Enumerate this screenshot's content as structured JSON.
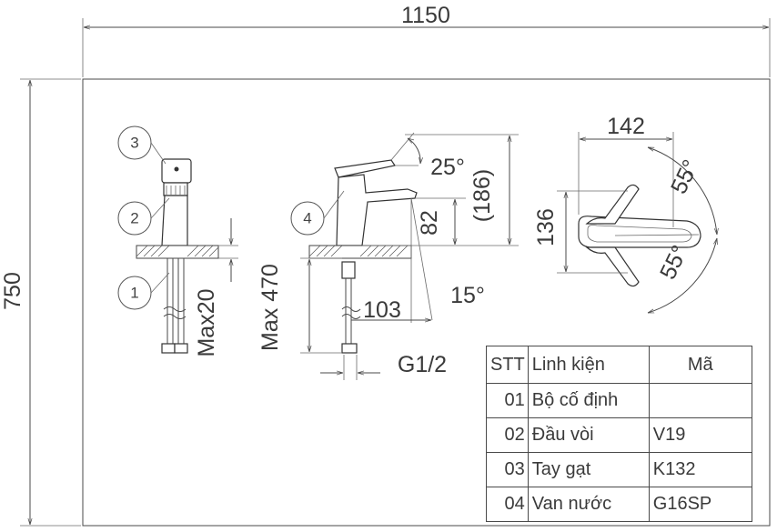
{
  "dimensions": {
    "overall_width": "1150",
    "overall_height": "750",
    "top_width": "142",
    "top_depth": "136",
    "rotation_1": "55°",
    "rotation_2": "55°",
    "lever_angle": "25°",
    "body_height": "(186)",
    "spout_height": "82",
    "spout_angle": "15°",
    "spout_reach": "103",
    "hose_length": "Max 470",
    "counter_thickness": "Max20",
    "thread": "G1/2"
  },
  "callouts": [
    "3",
    "2",
    "1",
    "4"
  ],
  "table": {
    "headers": {
      "stt": "STT",
      "name": "Linh kiện",
      "code": "Mã"
    },
    "rows": [
      {
        "stt": "01",
        "name": "Bộ cố định",
        "code": ""
      },
      {
        "stt": "02",
        "name": "Đầu vòi",
        "code": "V19"
      },
      {
        "stt": "03",
        "name": "Tay gạt",
        "code": "K132"
      },
      {
        "stt": "04",
        "name": "Van nước",
        "code": "G16SP"
      }
    ]
  }
}
